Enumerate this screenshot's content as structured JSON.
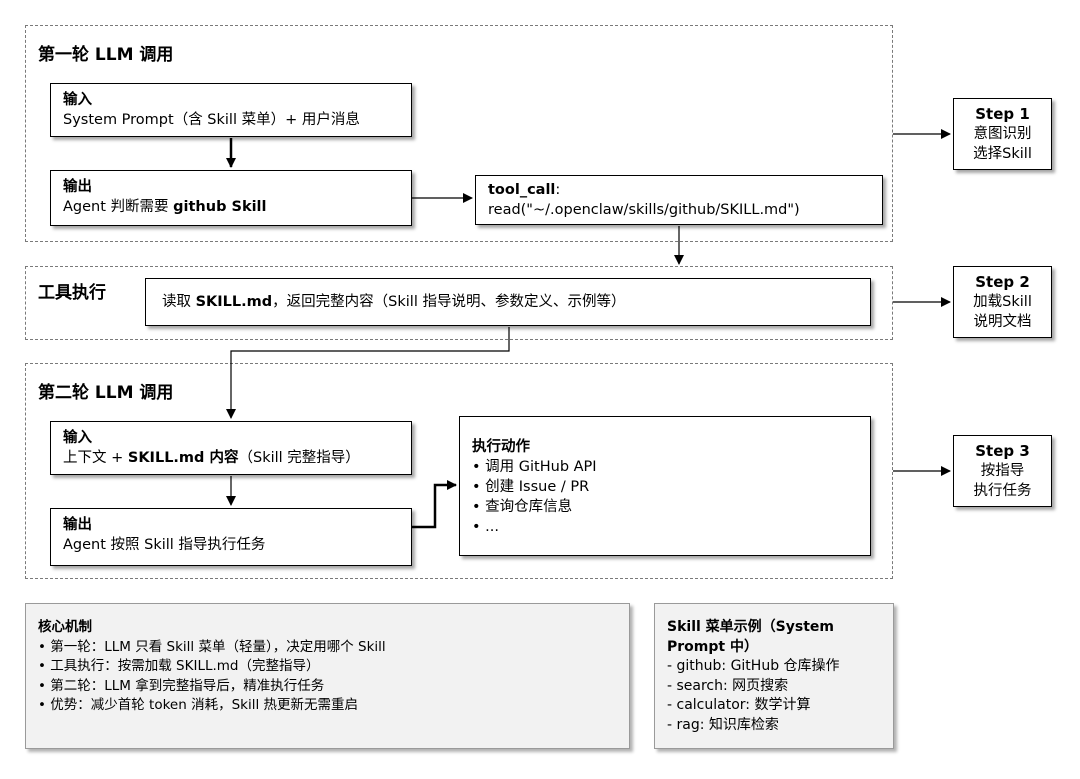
{
  "section1": {
    "title": "第一轮 LLM 调用",
    "input": {
      "head": "输入",
      "text": "System Prompt（含 Skill 菜单）+ 用户消息"
    },
    "output": {
      "head": "输出",
      "text_pre": "Agent 判断需要 ",
      "text_bold": "github Skill"
    },
    "toolcall": {
      "head": "tool_call",
      "head_suffix": ":",
      "text": "read(\"~/.openclaw/skills/github/SKILL.md\")"
    }
  },
  "section2": {
    "title": "工具执行",
    "box": {
      "pre": "读取 ",
      "bold": "SKILL.md",
      "post": "，返回完整内容（Skill 指导说明、参数定义、示例等）"
    }
  },
  "section3": {
    "title": "第二轮 LLM 调用",
    "input": {
      "head": "输入",
      "pre": "上下文 + ",
      "bold": "SKILL.md 内容",
      "post": "（Skill 完整指导）"
    },
    "output": {
      "head": "输出",
      "text": "Agent 按照 Skill 指导执行任务"
    },
    "action": {
      "head": "执行动作",
      "items": [
        "• 调用 GitHub API",
        "• 创建 Issue / PR",
        "• 查询仓库信息",
        "• ..."
      ]
    }
  },
  "steps": [
    {
      "title": "Step 1",
      "line1": "意图识别",
      "line2": "选择Skill"
    },
    {
      "title": "Step 2",
      "line1": "加载Skill",
      "line2": "说明文档"
    },
    {
      "title": "Step 3",
      "line1": "按指导",
      "line2": "执行任务"
    }
  ],
  "mechanism": {
    "head": "核心机制",
    "items": [
      "• 第一轮：LLM 只看 Skill 菜单（轻量），决定用哪个 Skill",
      "• 工具执行：按需加载 SKILL.md（完整指导）",
      "• 第二轮：LLM 拿到完整指导后，精准执行任务",
      "• 优势：减少首轮 token 消耗，Skill 热更新无需重启"
    ]
  },
  "menu": {
    "head1": "Skill 菜单示例（System",
    "head2": "Prompt 中）",
    "items": [
      "- github: GitHub 仓库操作",
      "- search: 网页搜索",
      "- calculator: 数学计算",
      "- rag: 知识库检索"
    ]
  }
}
